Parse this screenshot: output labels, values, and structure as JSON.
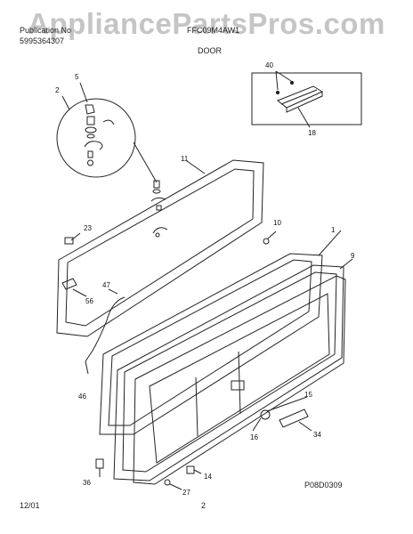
{
  "watermark": "AppliancePartsPros.com",
  "header": {
    "publication": "Publication No",
    "model": "FFC09M4AW1",
    "number": "5995364307",
    "section": "DOOR"
  },
  "footer": {
    "date": "12/01",
    "page": "2",
    "code": "P08D0309"
  },
  "callouts": {
    "c2": "2",
    "c5": "5",
    "c11": "11",
    "c23": "23",
    "c10": "10",
    "c1": "1",
    "c9": "9",
    "c40": "40",
    "c18": "18",
    "c47": "47",
    "c56": "56",
    "c46": "46",
    "c15": "15",
    "c16": "16",
    "c34": "34",
    "c36": "36",
    "c14": "14",
    "c27": "27"
  }
}
